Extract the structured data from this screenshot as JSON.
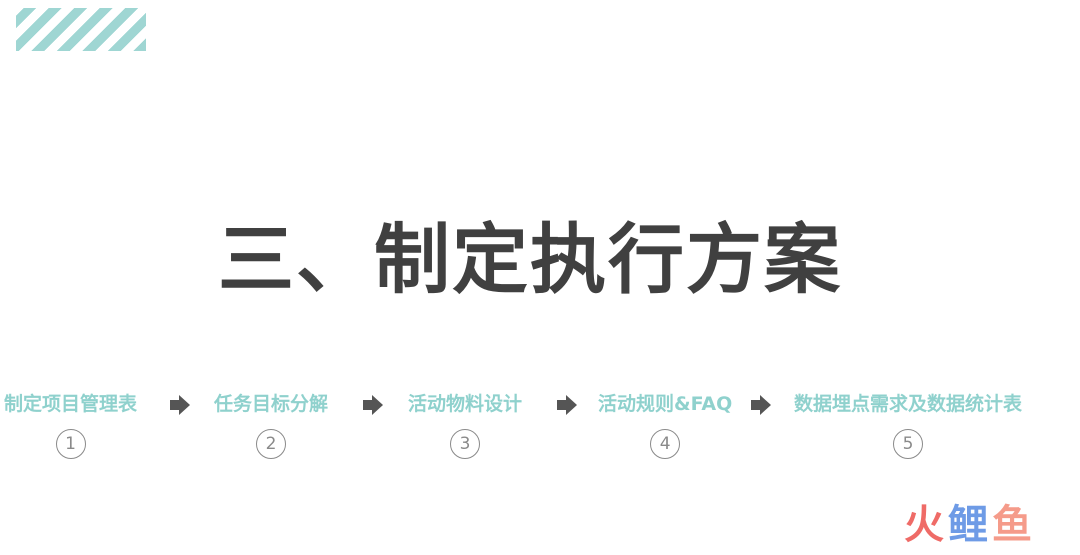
{
  "title": "三、制定执行方案",
  "steps": [
    {
      "label": "制定项目管理表",
      "number": "1"
    },
    {
      "label": "任务目标分解",
      "number": "2"
    },
    {
      "label": "活动物料设计",
      "number": "3"
    },
    {
      "label": "活动规则&FAQ",
      "number": "4"
    },
    {
      "label": "数据埋点需求及数据统计表",
      "number": "5"
    }
  ],
  "logo": {
    "chars": [
      "火",
      "鲤",
      "鱼"
    ]
  },
  "colors": {
    "accent": "#8fd1cd",
    "title": "#404040",
    "arrow": "#555555"
  },
  "icons": [
    "right-arrow-icon",
    "stripe-decoration"
  ]
}
